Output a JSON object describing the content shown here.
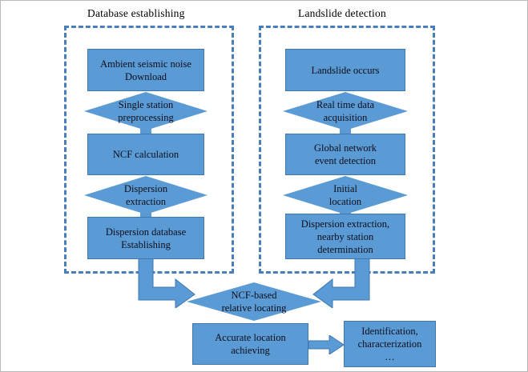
{
  "diagram": {
    "title": "Landslide detection workflow flowchart",
    "colors": {
      "node_fill": "#5B9BD5",
      "node_stroke": "#3D77B0",
      "dashed_border": "#4A7EBB",
      "text": "#0D0D1A",
      "background": "#FFFFFF"
    },
    "groups": [
      {
        "id": "database-establishing",
        "title": "Database establishing",
        "nodes": [
          {
            "id": "ambient-noise-download",
            "type": "process",
            "lines": [
              "Ambient seismic noise",
              "Download"
            ]
          },
          {
            "id": "single-station-preprocessing",
            "type": "decision",
            "lines": [
              "Single station",
              "preprocessing"
            ]
          },
          {
            "id": "ncf-calculation",
            "type": "process",
            "lines": [
              "NCF calculation"
            ]
          },
          {
            "id": "dispersion-extraction",
            "type": "decision",
            "lines": [
              "Dispersion",
              "extraction"
            ]
          },
          {
            "id": "dispersion-database-establishing",
            "type": "process",
            "lines": [
              "Dispersion database",
              "Establishing"
            ]
          }
        ]
      },
      {
        "id": "landslide-detection",
        "title": "Landslide detection",
        "nodes": [
          {
            "id": "landslide-occurs",
            "type": "process",
            "lines": [
              "Landslide occurs"
            ]
          },
          {
            "id": "real-time-data-acquisition",
            "type": "decision",
            "lines": [
              "Real time data",
              "acquisition"
            ]
          },
          {
            "id": "global-network-event-detection",
            "type": "process",
            "lines": [
              "Global network",
              "event detection"
            ]
          },
          {
            "id": "initial-location",
            "type": "decision",
            "lines": [
              "Initial",
              "location"
            ]
          },
          {
            "id": "dispersion-extraction-nearby-station",
            "type": "process",
            "lines": [
              "Dispersion extraction,",
              "nearby station",
              "determination"
            ]
          }
        ]
      }
    ],
    "merge": [
      {
        "id": "ncf-based-relative-locating",
        "type": "decision",
        "lines": [
          "NCF-based",
          "relative locating"
        ]
      },
      {
        "id": "accurate-location-achieving",
        "type": "process",
        "lines": [
          "Accurate location",
          "achieving"
        ]
      },
      {
        "id": "identification-characterization",
        "type": "process",
        "lines": [
          "Identification,",
          "characterization",
          "…"
        ]
      }
    ]
  }
}
